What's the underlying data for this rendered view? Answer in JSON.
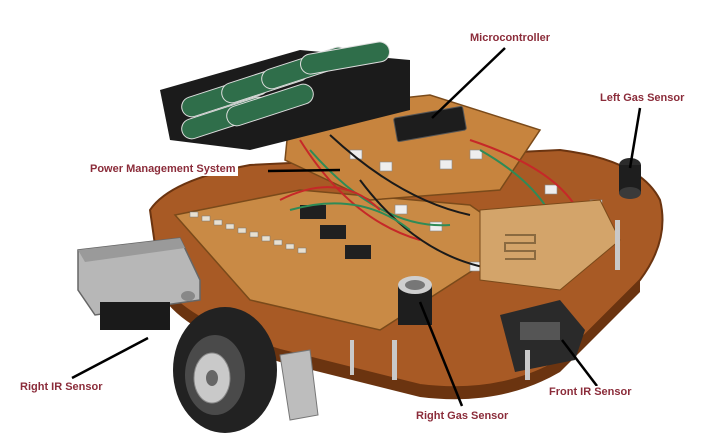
{
  "labels": {
    "microcontroller": "Microcontroller",
    "left_gas_sensor": "Left Gas Sensor",
    "power_management": "Power Management System",
    "right_ir_sensor": "Right IR Sensor",
    "right_gas_sensor": "Right Gas Sensor",
    "front_ir_sensor": "Front IR Sensor"
  },
  "colors": {
    "label_text": "#8b2c3a",
    "board": "#b8692e",
    "board_dark": "#7a3d14",
    "pcb": "#c98a45",
    "battery_green": "#2f6e4a",
    "metal": "#b7b7b7",
    "leader": "#000000"
  }
}
